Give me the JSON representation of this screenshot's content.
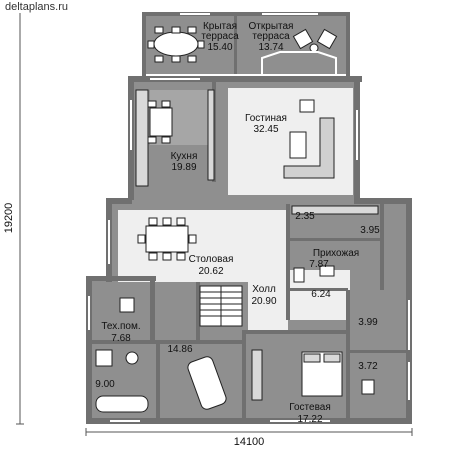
{
  "site": "deltaplans.ru",
  "dimensions": {
    "width": "14100",
    "height": "19200"
  },
  "rooms": [
    {
      "id": "covered-terrace",
      "name_line1": "Крытая",
      "name_line2": "терраса",
      "area": "15.40"
    },
    {
      "id": "open-terrace",
      "name_line1": "Открытая",
      "name_line2": "терраса",
      "area": "13.74"
    },
    {
      "id": "living",
      "name": "Гостиная",
      "area": "32.45"
    },
    {
      "id": "kitchen",
      "name": "Кухня",
      "area": "19.89"
    },
    {
      "id": "dining",
      "name": "Столовая",
      "area": "20.62"
    },
    {
      "id": "hall",
      "name": "Холл",
      "area": "20.90"
    },
    {
      "id": "entry",
      "name": "Прихожая",
      "area": "7.87"
    },
    {
      "id": "tech",
      "name": "Тех.пом.",
      "area": "7.68"
    },
    {
      "id": "guest",
      "name": "Гостевая",
      "area": "17.22"
    },
    {
      "id": "garage",
      "name": "",
      "area": "14.86"
    },
    {
      "id": "bath",
      "name": "",
      "area": "9.00"
    },
    {
      "id": "closet-a",
      "name": "",
      "area": "2.35"
    },
    {
      "id": "closet-b",
      "name": "",
      "area": "3.95"
    },
    {
      "id": "wc",
      "name": "",
      "area": "6.24"
    },
    {
      "id": "store-a",
      "name": "",
      "area": "3.99"
    },
    {
      "id": "store-b",
      "name": "",
      "area": "3.72"
    }
  ],
  "colors": {
    "wall": "#707070",
    "floor_dark": "#8f8f8f",
    "floor_light": "#efefef",
    "line": "#222222"
  }
}
